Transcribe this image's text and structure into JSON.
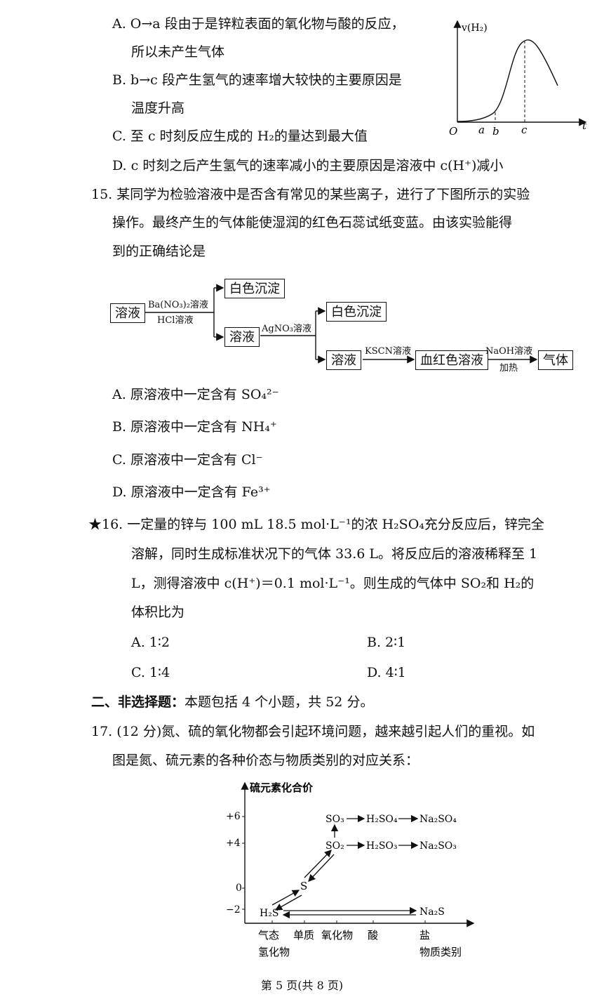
{
  "q14_options": {
    "A1": "A. O→a 段由于是锌粒表面的氧化物与酸的反应，",
    "A2": "所以未产生气体",
    "B1": "B. b→c 段产生氢气的速率增大较快的主要原因是",
    "B2": "温度升高",
    "C": "C. 至 c 时刻反应生成的 H₂的量达到最大值",
    "D": "D. c 时刻之后产生氢气的速率减小的主要原因是溶液中 c(H⁺)减小"
  },
  "rate_chart": {
    "ylabel": "v(H₂)",
    "xlabel": "t",
    "origin": "O",
    "points": [
      "a",
      "b",
      "c"
    ]
  },
  "q15": {
    "line1": "15. 某同学为检验溶液中是否含有常见的某些离子，进行了下图所示的实验",
    "line2": "操作。最终产生的气体能使湿润的红色石蕊试纸变蓝。由该实验能得",
    "line3": "到的正确结论是",
    "flow": {
      "start": "溶液",
      "reagent1_top": "Ba(NO₃)₂溶液",
      "reagent1_bottom": "HCl溶液",
      "ppt1": "白色沉淀",
      "sol2": "溶液",
      "reagent2": "AgNO₃溶液",
      "ppt2": "白色沉淀",
      "sol3": "溶液",
      "reagent3": "KSCN溶液",
      "blood": "血红色溶液",
      "reagent4_top": "NaOH溶液",
      "reagent4_bottom": "加热",
      "gas": "气体"
    },
    "options": {
      "A": "A. 原溶液中一定含有 SO₄²⁻",
      "B": "B. 原溶液中一定含有 NH₄⁺",
      "C": "C. 原溶液中一定含有 Cl⁻",
      "D": "D. 原溶液中一定含有 Fe³⁺"
    }
  },
  "q16": {
    "line1": "★16. 一定量的锌与 100 mL 18.5 mol·L⁻¹的浓 H₂SO₄充分反应后，锌完全",
    "line2": "溶解，同时生成标准状况下的气体 33.6 L。将反应后的溶液稀释至 1",
    "line3": "L，测得溶液中 c(H⁺)＝0.1 mol·L⁻¹。则生成的气体中 SO₂和 H₂的",
    "line4": "体积比为",
    "options": {
      "A": "A. 1∶2",
      "B": "B. 2∶1",
      "C": "C. 1∶4",
      "D": "D. 4∶1"
    }
  },
  "section2": {
    "title": "二、非选择题：",
    "text": "本题包括 4 个小题，共 52 分。"
  },
  "q17": {
    "line1": "17. (12 分)氮、硫的氧化物都会引起环境问题，越来越引起人们的重视。如",
    "line2": "图是氮、硫元素的各种价态与物质类别的对应关系："
  },
  "sulfur_chart": {
    "ylabel": "硫元素化合价",
    "yticks": [
      "+6",
      "+4",
      "0",
      "−2"
    ],
    "xticks": [
      "气态",
      "单质",
      "氧化物",
      "酸",
      "盐"
    ],
    "xtick_extra": "氢化物",
    "xlabel": "物质类别",
    "species": {
      "SO3": "SO₃",
      "H2SO4": "H₂SO₄",
      "Na2SO4": "Na₂SO₄",
      "SO2": "SO₂",
      "H2SO3": "H₂SO₃",
      "Na2SO3": "Na₂SO₃",
      "S": "S",
      "H2S": "H₂S",
      "Na2S": "Na₂S"
    }
  },
  "footer": "第 5 页(共 8 页)"
}
